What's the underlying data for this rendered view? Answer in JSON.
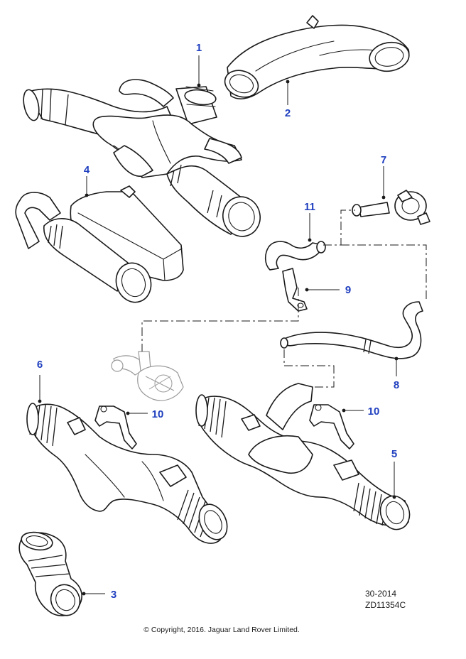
{
  "diagram": {
    "accent_color": "#1f3fbf",
    "callouts": {
      "c1": "1",
      "c2": "2",
      "c3": "3",
      "c4": "4",
      "c5": "5",
      "c6": "6",
      "c7": "7",
      "c8": "8",
      "c9": "9",
      "c10a": "10",
      "c10b": "10",
      "c11": "11"
    },
    "drawing_date": "30-2014",
    "drawing_ref": "ZD11354C",
    "copyright": "© Copyright, 2016. Jaguar Land Rover Limited."
  }
}
